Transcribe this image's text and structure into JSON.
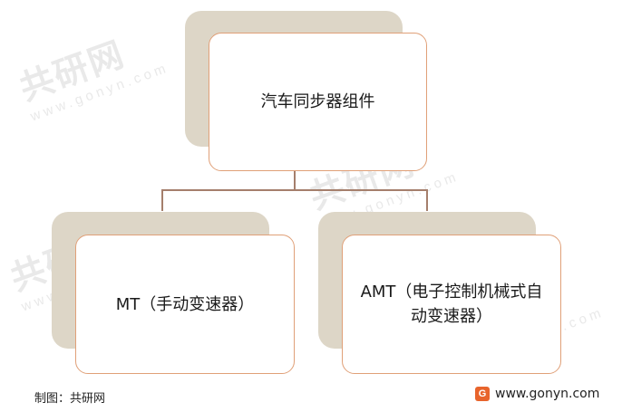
{
  "diagram": {
    "root": {
      "label": "汽车同步器组件"
    },
    "children": [
      {
        "label": "MT（手动变速器）"
      },
      {
        "label": "AMT（电子控制机械式自动变速器）"
      }
    ]
  },
  "footer": {
    "source": "制图：共研网",
    "website": "www.gonyn.com"
  },
  "watermark": {
    "brand": "共研网",
    "site": "www.gonyn.com"
  },
  "colors": {
    "shadow": "#ddd6c7",
    "box_border": "#e0a078",
    "connector": "#a57f6c",
    "logo": "#e8642c"
  }
}
